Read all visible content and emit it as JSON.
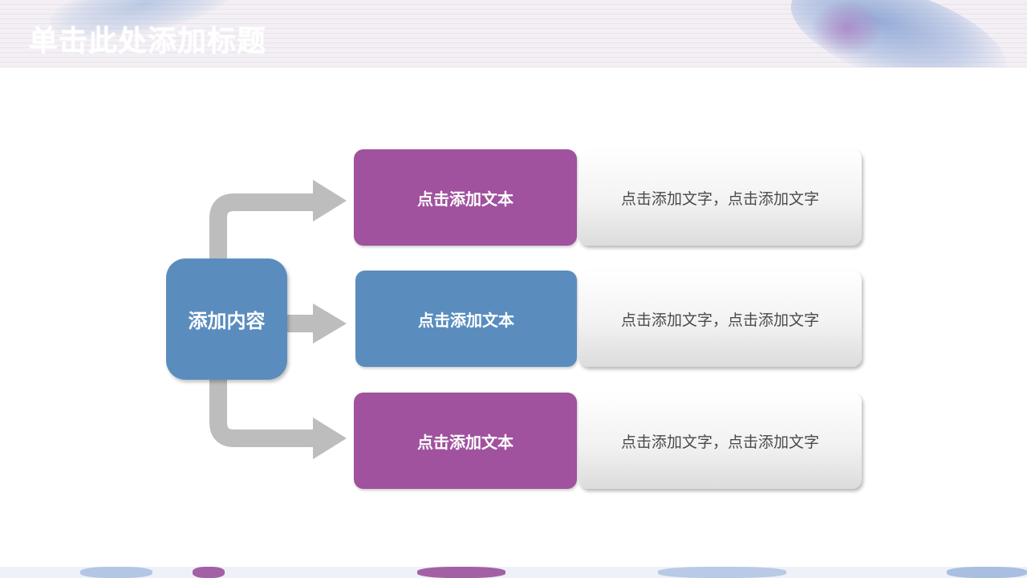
{
  "page": {
    "title": "单击此处添加标题"
  },
  "diagram": {
    "center": {
      "label": "添加内容",
      "color": "#5a8dbe"
    },
    "connector_color": "#bdbdbd",
    "rows": [
      {
        "label": "点击添加文本",
        "text": "点击添加文字，点击添加文字",
        "color": "#a0529e"
      },
      {
        "label": "点击添加文本",
        "text": "点击添加文字，点击添加文字",
        "color": "#5a8dbe"
      },
      {
        "label": "点击添加文本",
        "text": "点击添加文字，点击添加文字",
        "color": "#a0529e"
      }
    ]
  }
}
